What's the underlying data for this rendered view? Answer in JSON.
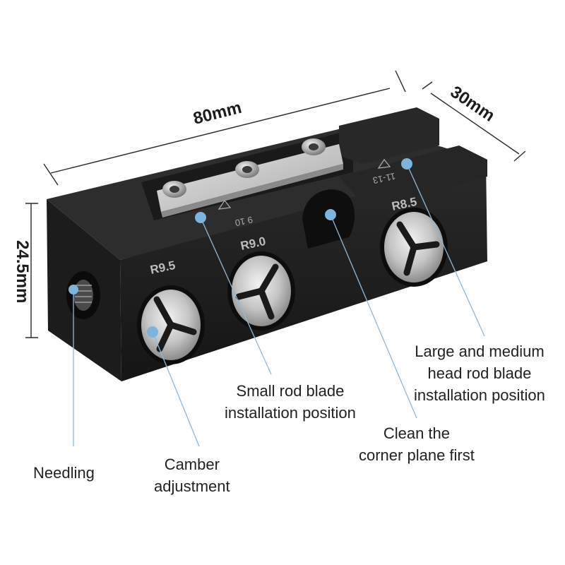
{
  "dimensions": {
    "length": "80mm",
    "width": "30mm",
    "height": "24.5mm"
  },
  "engravings": {
    "radius_left": "R9.5",
    "radius_middle": "R9.0",
    "radius_right": "R8.5",
    "slot_left": "9 10",
    "slot_right": "11-13"
  },
  "callouts": {
    "needling": "Needling",
    "camber_line1": "Camber",
    "camber_line2": "adjustment",
    "small_rod_line1": "Small rod blade",
    "small_rod_line2": "installation position",
    "clean_line1": "Clean the",
    "clean_line2": "corner plane first",
    "large_line1": "Large and medium",
    "large_line2": "head rod blade",
    "large_line3": "installation position"
  },
  "colors": {
    "body": "#1f1f1f",
    "body_top": "#2b2b2b",
    "steel": "#c9c9c9",
    "marker": "#7cb4de",
    "leader": "#8fb9da"
  }
}
